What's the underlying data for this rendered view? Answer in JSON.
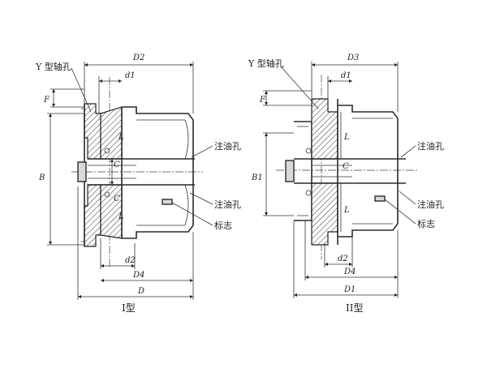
{
  "labels": {
    "y_hole_left": "Y 型轴孔",
    "y_hole_right": "Y 型轴孔",
    "oil_hole_1_left": "注油孔",
    "oil_hole_2_left": "注油孔",
    "mark_left": "标志",
    "oil_hole_1_right": "注油孔",
    "oil_hole_2_right": "注油孔",
    "mark_right": "标志"
  },
  "dimensions": {
    "left": {
      "D2": "D2",
      "d1": "d1",
      "F": "F",
      "B": "B",
      "L1": "L",
      "L2": "L",
      "C1": "C",
      "C2": "C",
      "d2": "d2",
      "D4": "D4",
      "D": "D"
    },
    "right": {
      "D3": "D3",
      "d1": "d1",
      "F": "F",
      "B1": "B1",
      "L": "L",
      "C": "C",
      "L2": "L",
      "d2": "d2",
      "D4": "D4",
      "D1": "D1"
    }
  },
  "captions": {
    "left": "I型",
    "right": "II型"
  }
}
